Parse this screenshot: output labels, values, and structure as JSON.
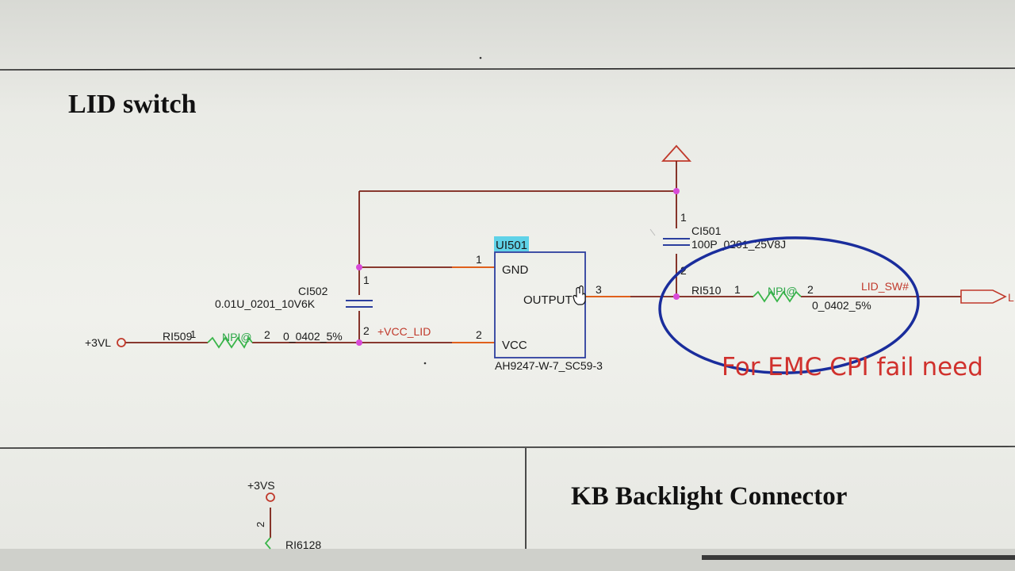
{
  "sections": {
    "lid_title": "LID switch",
    "kb_title": "KB Backlight Connector"
  },
  "colors": {
    "wire": "#7a1f14",
    "pin": "#e0601c",
    "junction": "#d84ad8",
    "ic_box": "#2c3f9e",
    "refdes_hl": "#5fd2e8",
    "resistor": "#3ab54a",
    "annotation_ellipse": "#1a2d9c",
    "annotation_text": "#d0312d",
    "net_label": "#c0392b"
  },
  "ic": {
    "refdes": "UI501",
    "part": "AH9247-W-7_SC59-3",
    "pin_gnd": "GND",
    "pin_out": "OUTPUT",
    "pin_vcc": "VCC",
    "pin1": "1",
    "pin2": "2",
    "pin3": "3"
  },
  "cap_ci502": {
    "refdes": "CI502",
    "value": "0.01U_0201_10V6K",
    "pin1": "1",
    "pin2": "2"
  },
  "cap_ci501": {
    "refdes": "CI501",
    "value": "100P_0201_25V8J",
    "pin1": "1",
    "pin2": "2"
  },
  "res_ri509": {
    "refdes": "RI509",
    "pin1": "1",
    "pin2": "2",
    "npi": "NPI@",
    "value": "0_0402_5%"
  },
  "res_ri510": {
    "refdes": "RI510",
    "pin1": "1",
    "pin2": "2",
    "npi": "NPI@",
    "value": "0_0402_5%"
  },
  "nets": {
    "vcc_lid": "+VCC_LID",
    "lid_sw": "LID_SW#",
    "p3vl": "+3VL",
    "p3vs": "+3VS",
    "offpage_fragment": "L"
  },
  "lower": {
    "refdes": "RI6128",
    "pin2": "2"
  },
  "annotation": {
    "text": "For EMC CPI fail need"
  }
}
